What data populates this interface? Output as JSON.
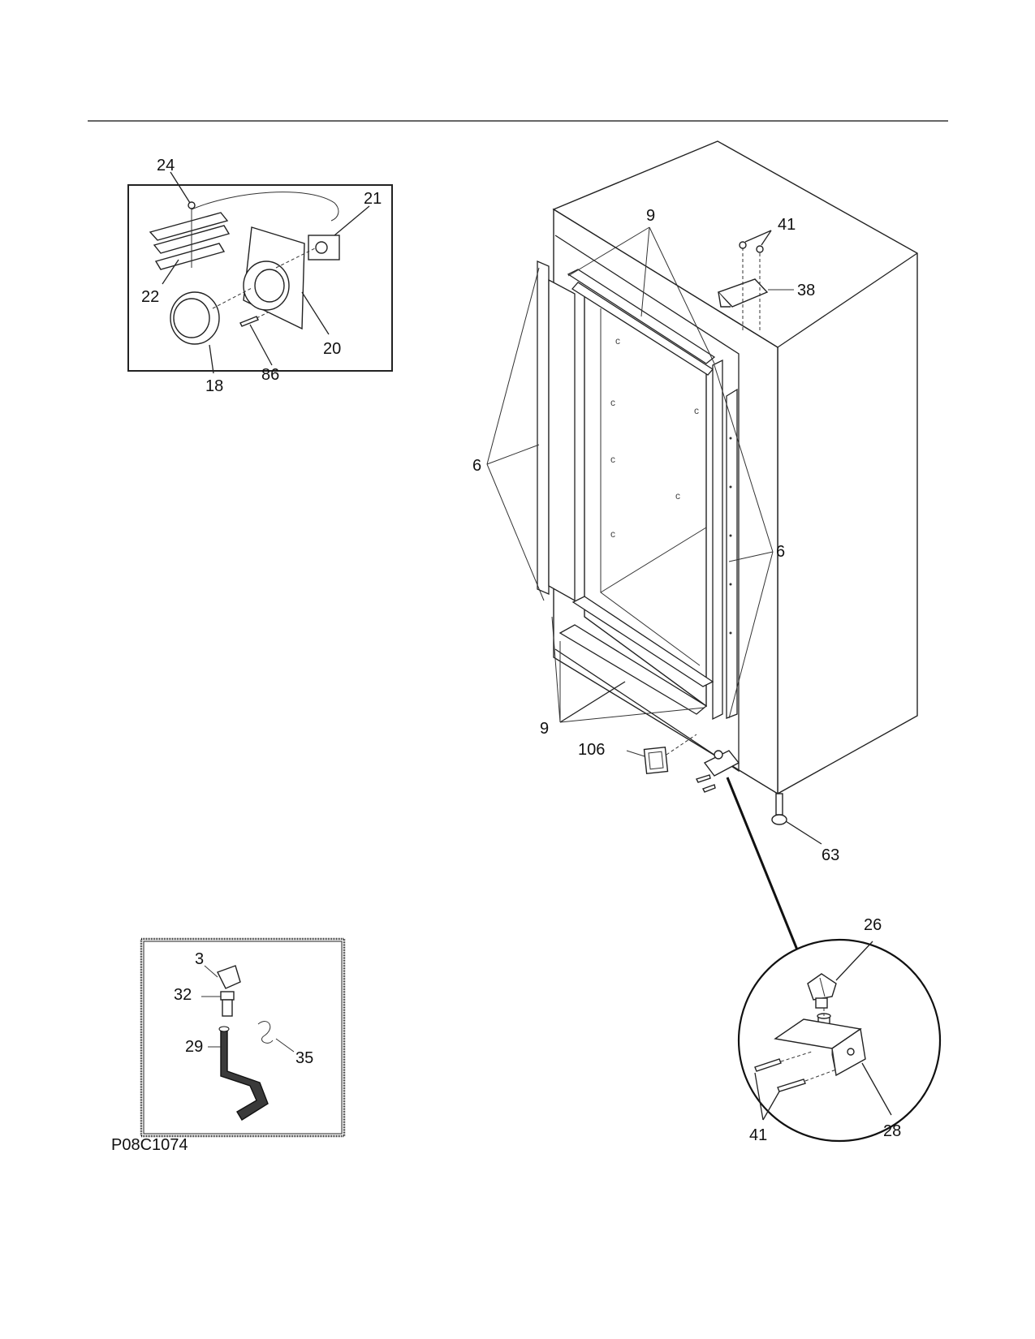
{
  "diagram": {
    "drawing_code": "P08C1074",
    "callouts": {
      "light_inset": [
        "24",
        "21",
        "22",
        "20",
        "18",
        "86"
      ],
      "cabinet": [
        "9",
        "41",
        "38",
        "6",
        "6",
        "9",
        "106",
        "63"
      ],
      "hinge_detail": [
        "26",
        "41",
        "28"
      ],
      "handle_inset": [
        "3",
        "32",
        "29",
        "35"
      ]
    }
  }
}
